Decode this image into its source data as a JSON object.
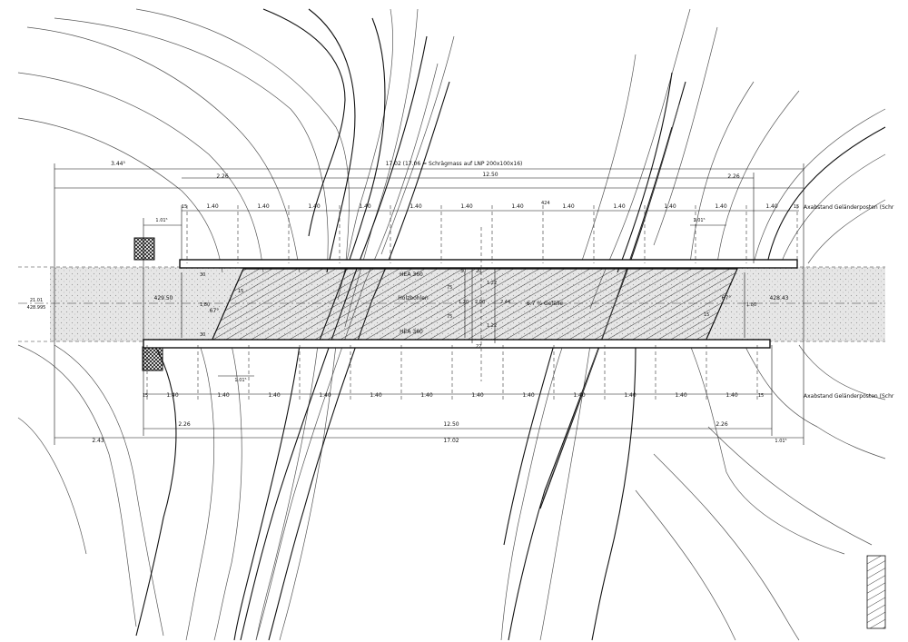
{
  "labels": {
    "overall_note": "17.02 (17.06 = Schrägmass auf LNP 200x100x16)",
    "top_left_dim": "3.44⁵",
    "top_span": "12.50",
    "top_left_226": "2.26",
    "top_right_226": "2.26",
    "top_101_left": "1.01⁵",
    "top_101_right": "1.01⁵",
    "top_15_left": "15",
    "top_15_right": "15",
    "bot_15_left": "15",
    "bot_15_right": "15",
    "post_note_top": "Axabstand Geländerposten (Schr",
    "post_note_bottom": "Axabstand Geländerposten (Schr",
    "spacing": "1.40",
    "bot_101_left": "1.01⁵",
    "bot_101_right": "1.01⁵",
    "bot_226_left": "2.26",
    "bot_226_right": "2.26",
    "bot_span": "12.50",
    "bot_total": "17.02",
    "bot_left_243": "2.43",
    "elev_left": "429.50",
    "elev_right": "428.43",
    "level_left_a": "21.01",
    "level_left_b": "428.995",
    "beam_top": "HEA 360",
    "beam_bottom": "HEA 360",
    "deck": "Holzbohlen",
    "slope": "6.7 % Gefälle",
    "angle_left": "67°",
    "angle_right": "67°",
    "d_30": "30",
    "d_75": "75",
    "d_120": "1.20",
    "d_122": "1.22",
    "d_200": "2.00",
    "d_244": "2.44",
    "d_180": "1.80",
    "d_20": "20",
    "d_22": "22",
    "d_15": "15",
    "d_424": "424"
  }
}
